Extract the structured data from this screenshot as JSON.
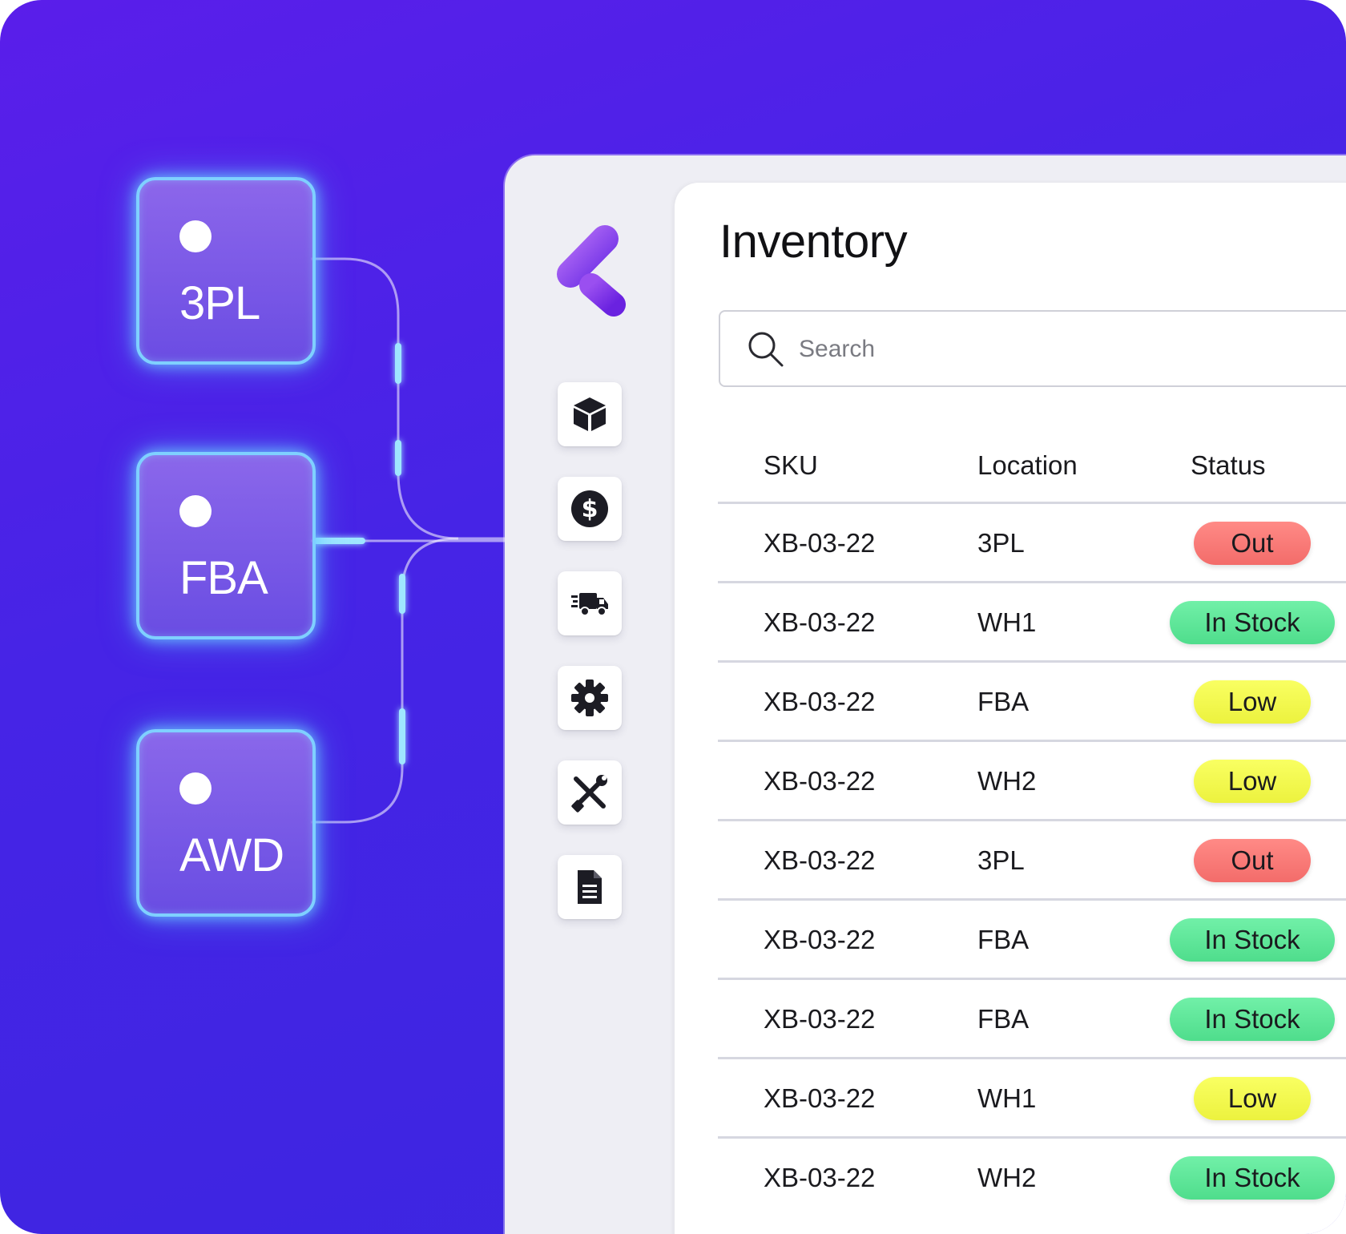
{
  "sources": [
    {
      "label": "3PL"
    },
    {
      "label": "FBA"
    },
    {
      "label": "AWD"
    }
  ],
  "app": {
    "title": "Inventory",
    "nav_icons": [
      "box-icon",
      "dollar-icon",
      "truck-icon",
      "gear-icon",
      "tools-icon",
      "document-icon"
    ]
  },
  "search": {
    "placeholder": "Search"
  },
  "table": {
    "columns": [
      "SKU",
      "Location",
      "Status"
    ],
    "rows": [
      {
        "sku": "XB-03-22",
        "location": "3PL",
        "status": "Out"
      },
      {
        "sku": "XB-03-22",
        "location": "WH1",
        "status": "In Stock"
      },
      {
        "sku": "XB-03-22",
        "location": "FBA",
        "status": "Low"
      },
      {
        "sku": "XB-03-22",
        "location": "WH2",
        "status": "Low"
      },
      {
        "sku": "XB-03-22",
        "location": "3PL",
        "status": "Out"
      },
      {
        "sku": "XB-03-22",
        "location": "FBA",
        "status": "In Stock"
      },
      {
        "sku": "XB-03-22",
        "location": "FBA",
        "status": "In Stock"
      },
      {
        "sku": "XB-03-22",
        "location": "WH1",
        "status": "Low"
      },
      {
        "sku": "XB-03-22",
        "location": "WH2",
        "status": "In Stock"
      }
    ]
  },
  "colors": {
    "background": "#4a22e6",
    "glow": "#7fd0ff",
    "status_out": "#f57472",
    "status_low": "#f2f84a",
    "status_in_stock": "#5ee59a",
    "logo": "#8a4cf0"
  }
}
